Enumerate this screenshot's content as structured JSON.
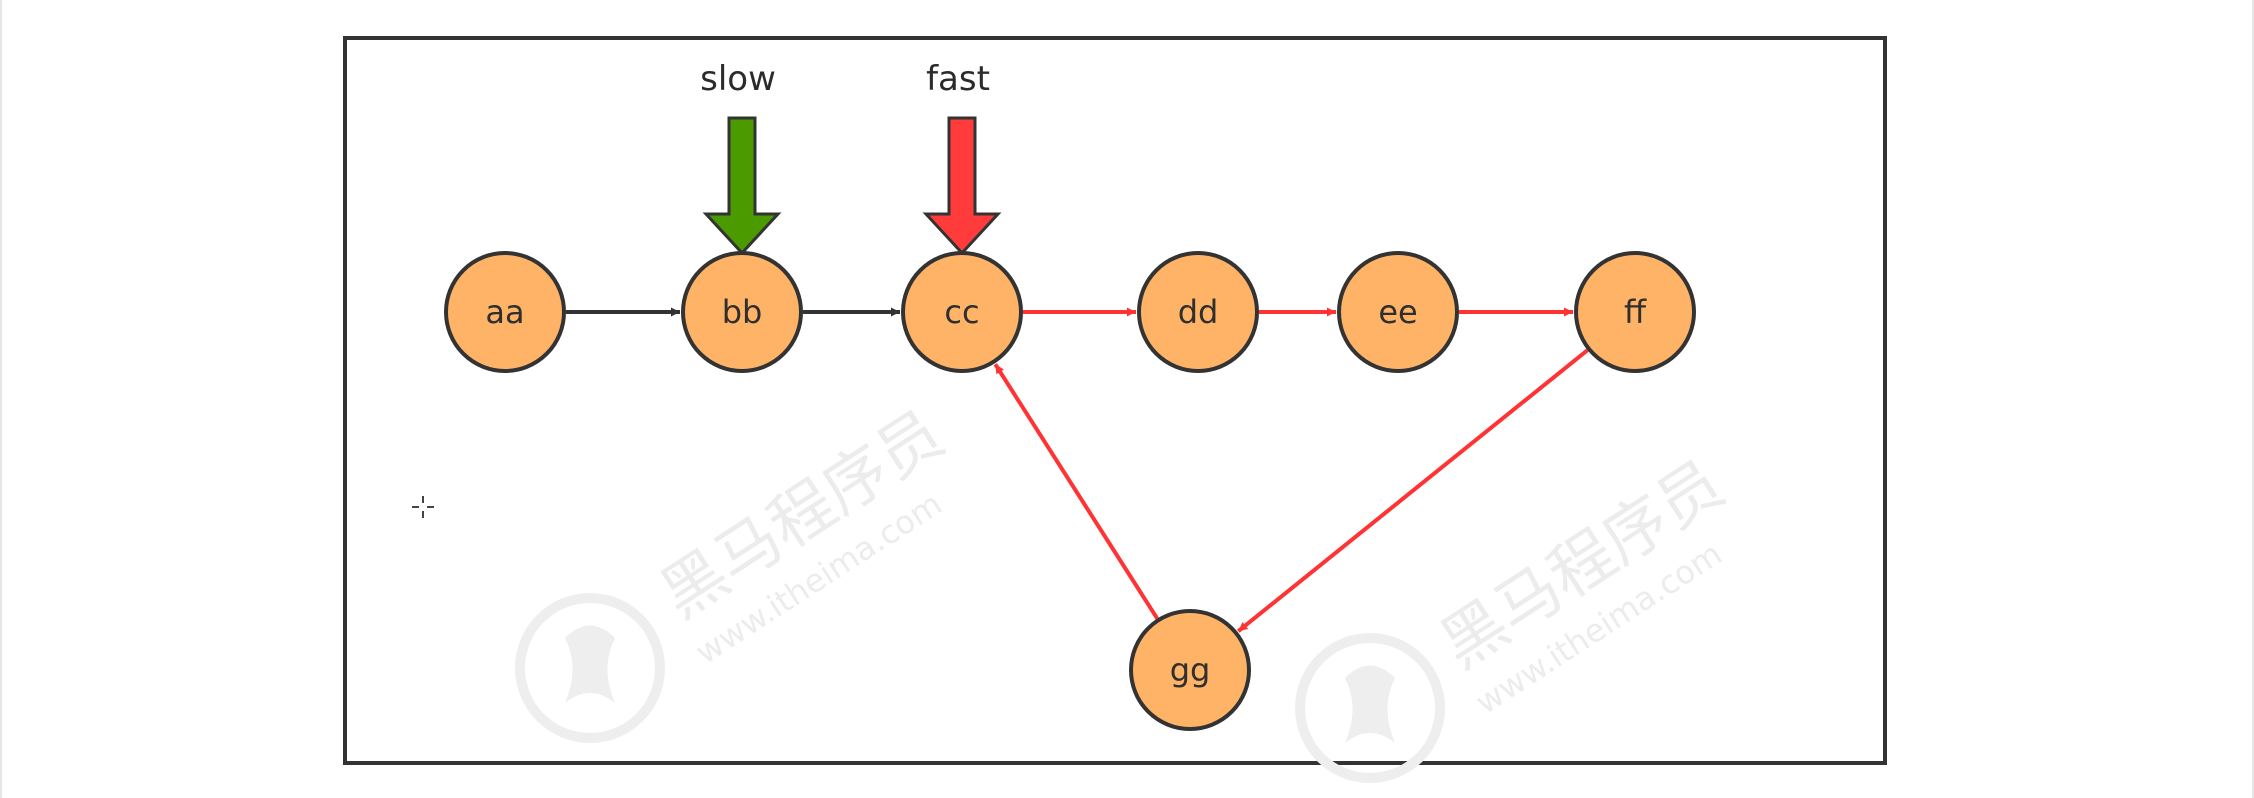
{
  "pointers": [
    {
      "id": "slow",
      "label": "slow",
      "target": "bb",
      "color": "#4a9a00"
    },
    {
      "id": "fast",
      "label": "fast",
      "target": "cc",
      "color": "#ff3b3b"
    }
  ],
  "nodes": [
    {
      "id": "aa",
      "label": "aa"
    },
    {
      "id": "bb",
      "label": "bb"
    },
    {
      "id": "cc",
      "label": "cc"
    },
    {
      "id": "dd",
      "label": "dd"
    },
    {
      "id": "ee",
      "label": "ee"
    },
    {
      "id": "ff",
      "label": "ff"
    },
    {
      "id": "gg",
      "label": "gg"
    }
  ],
  "edges": [
    {
      "from": "aa",
      "to": "bb",
      "color": "#333333"
    },
    {
      "from": "bb",
      "to": "cc",
      "color": "#333333"
    },
    {
      "from": "cc",
      "to": "dd",
      "color": "#ff3333"
    },
    {
      "from": "dd",
      "to": "ee",
      "color": "#ff3333"
    },
    {
      "from": "ee",
      "to": "ff",
      "color": "#ff3333"
    },
    {
      "from": "ff",
      "to": "gg",
      "color": "#ff3333"
    },
    {
      "from": "gg",
      "to": "cc",
      "color": "#ff3333"
    }
  ],
  "colors": {
    "node_fill": "#ffb366",
    "node_stroke": "#333333",
    "frame_stroke": "#333333"
  },
  "watermark": {
    "brand": "黑马程序员",
    "url": "www.itheima.com"
  }
}
